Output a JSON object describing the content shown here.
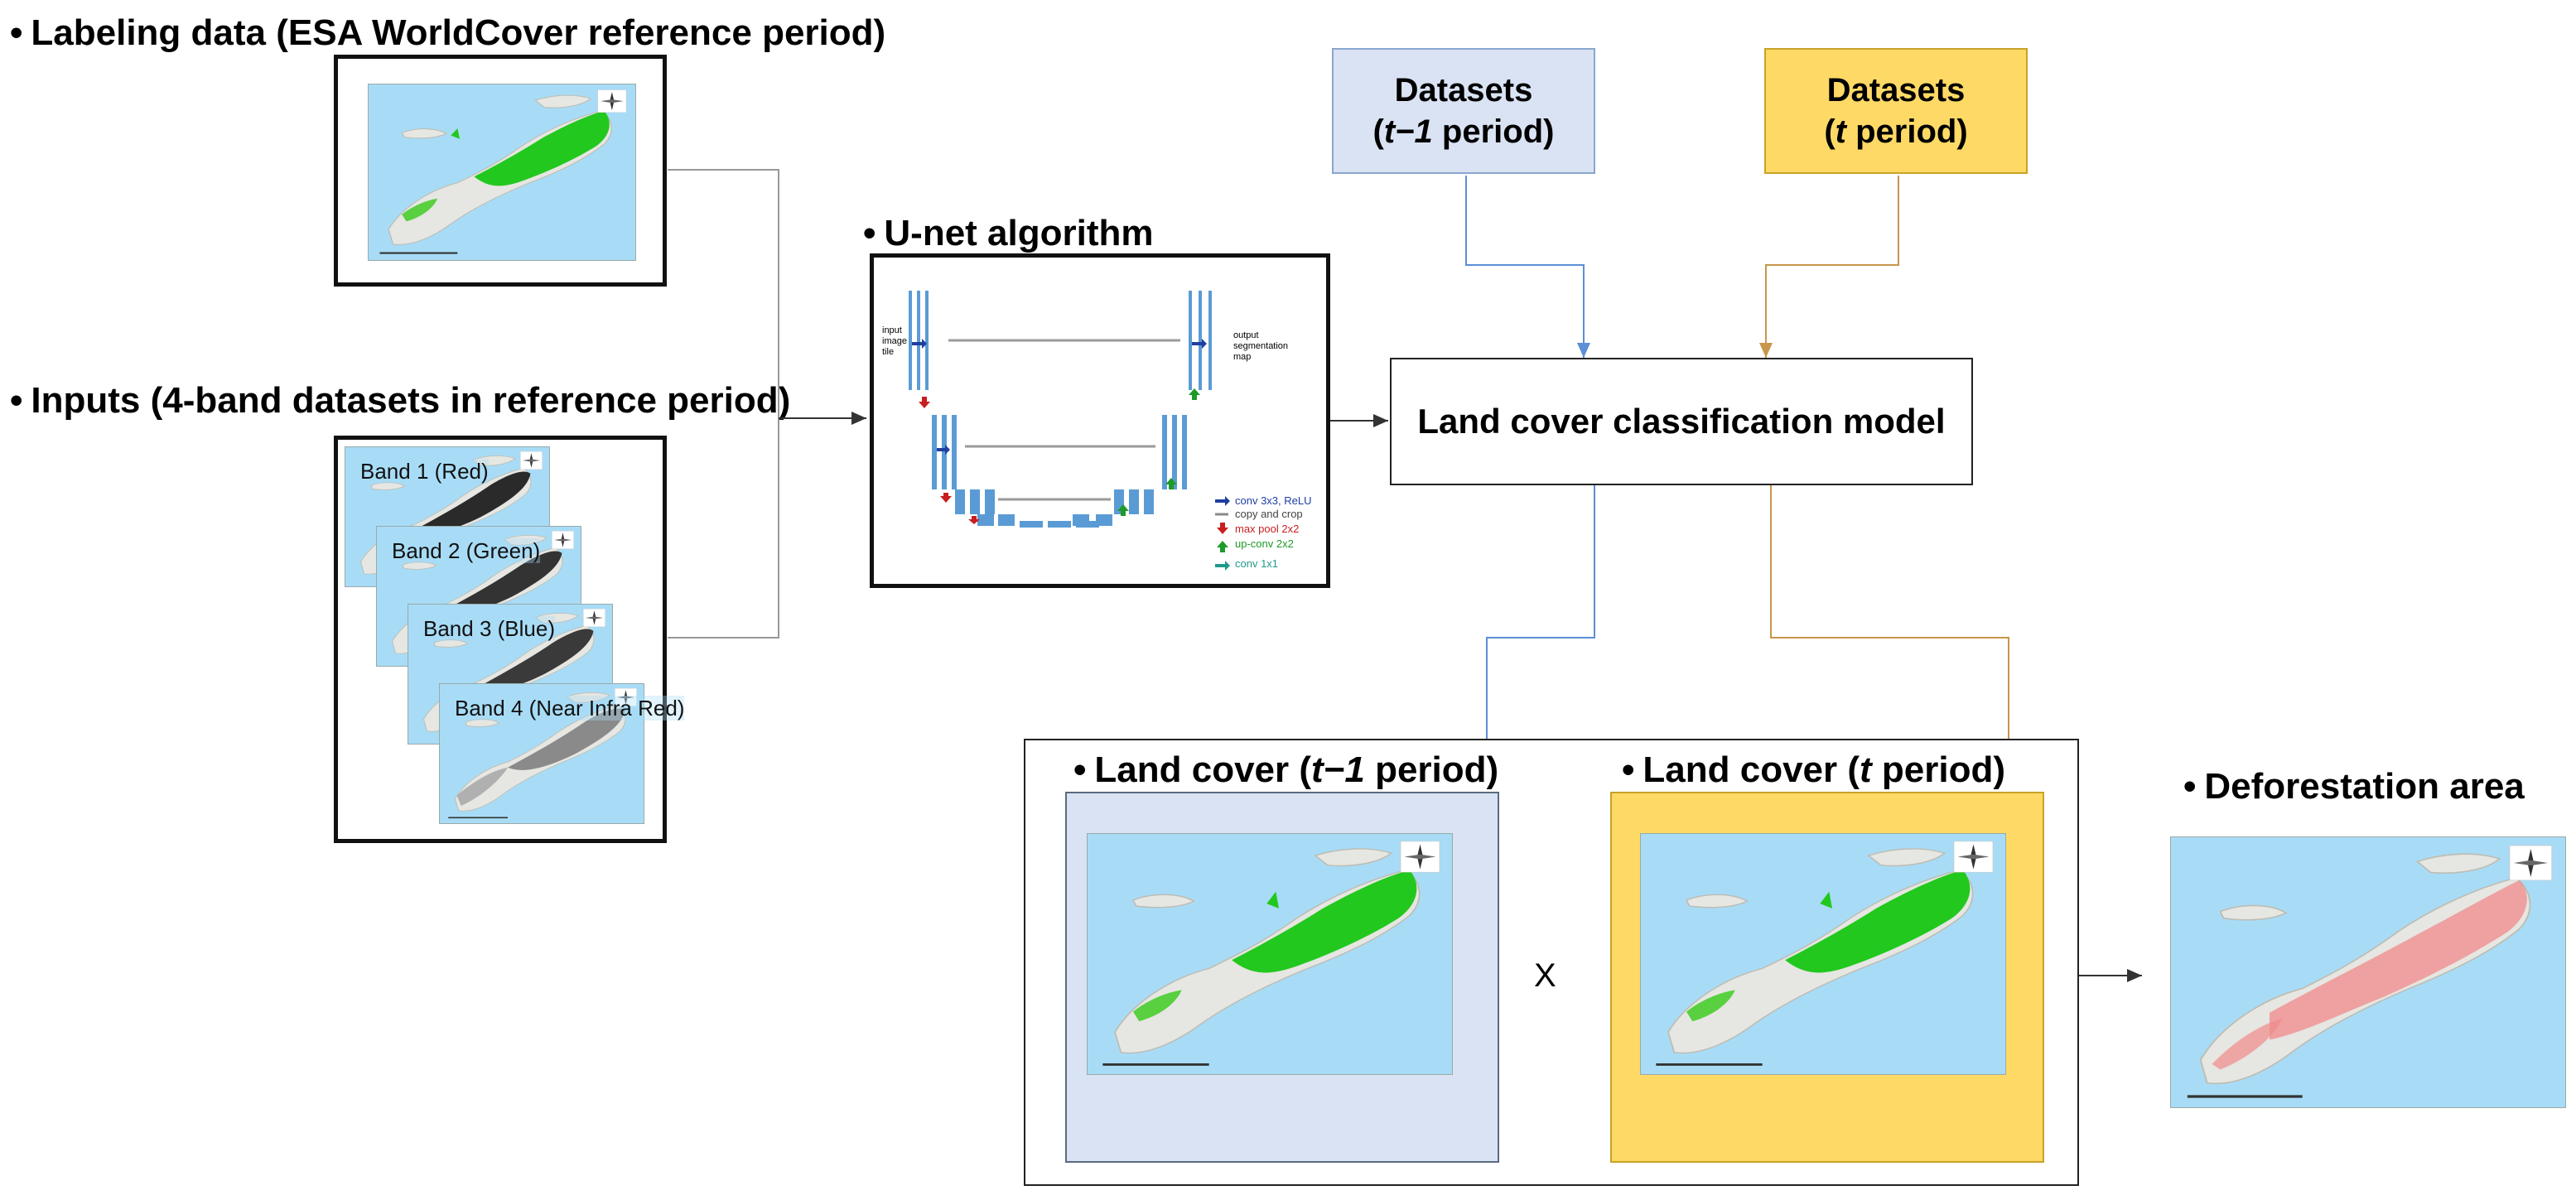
{
  "colors": {
    "blue_box": "#dae3f3",
    "blue_border": "#8aa6cf",
    "yellow_box": "#ffd966",
    "yellow_border": "#c9a227",
    "blue_line": "#5b8fd6",
    "yellow_line": "#c8964a",
    "sea": "#a8dcf6",
    "forest": "#22c81e",
    "deforest": "#f08a8a"
  },
  "labeling": {
    "bullet": "•",
    "title": "Labeling data (ESA WorldCover reference period)"
  },
  "inputs": {
    "bullet": "•",
    "title": "Inputs (4-band datasets in reference period)",
    "bands": [
      "Band 1 (Red)",
      "Band 2 (Green)",
      "Band 3 (Blue)",
      "Band 4 (Near Infra Red)"
    ]
  },
  "unet": {
    "bullet": "•",
    "title": "U-net algorithm",
    "input_label": "input image tile",
    "output_label": "output segmentation map",
    "legend": [
      {
        "label": "conv 3x3, ReLU",
        "color": "#1f3fa0",
        "icon": "arrow-right-icon"
      },
      {
        "label": "copy and crop",
        "color": "#8a8a8a",
        "icon": "arrow-right-icon"
      },
      {
        "label": "max pool 2x2",
        "color": "#c81e1e",
        "icon": "arrow-down-icon"
      },
      {
        "label": "up-conv 2x2",
        "color": "#1e9a2a",
        "icon": "arrow-up-icon"
      },
      {
        "label": "conv 1x1",
        "color": "#1e9a8a",
        "icon": "arrow-right-icon"
      }
    ]
  },
  "datasets_prev": {
    "line1": "Datasets",
    "line2_t": "t−1",
    "line2_rest": " period)",
    "line2_open": "("
  },
  "datasets_curr": {
    "line1": "Datasets",
    "line2_t": "t",
    "line2_rest": " period)",
    "line2_open": "("
  },
  "model": {
    "label": "Land cover classification model"
  },
  "landcover_prev": {
    "bullet": "•",
    "prefix": "Land cover (",
    "t": "t−1",
    "suffix": " period)"
  },
  "landcover_curr": {
    "bullet": "•",
    "prefix": "Land cover (",
    "t": "t",
    "suffix": " period)"
  },
  "operator": {
    "symbol": "X"
  },
  "deforestation": {
    "bullet": "•",
    "title": "Deforestation area"
  }
}
